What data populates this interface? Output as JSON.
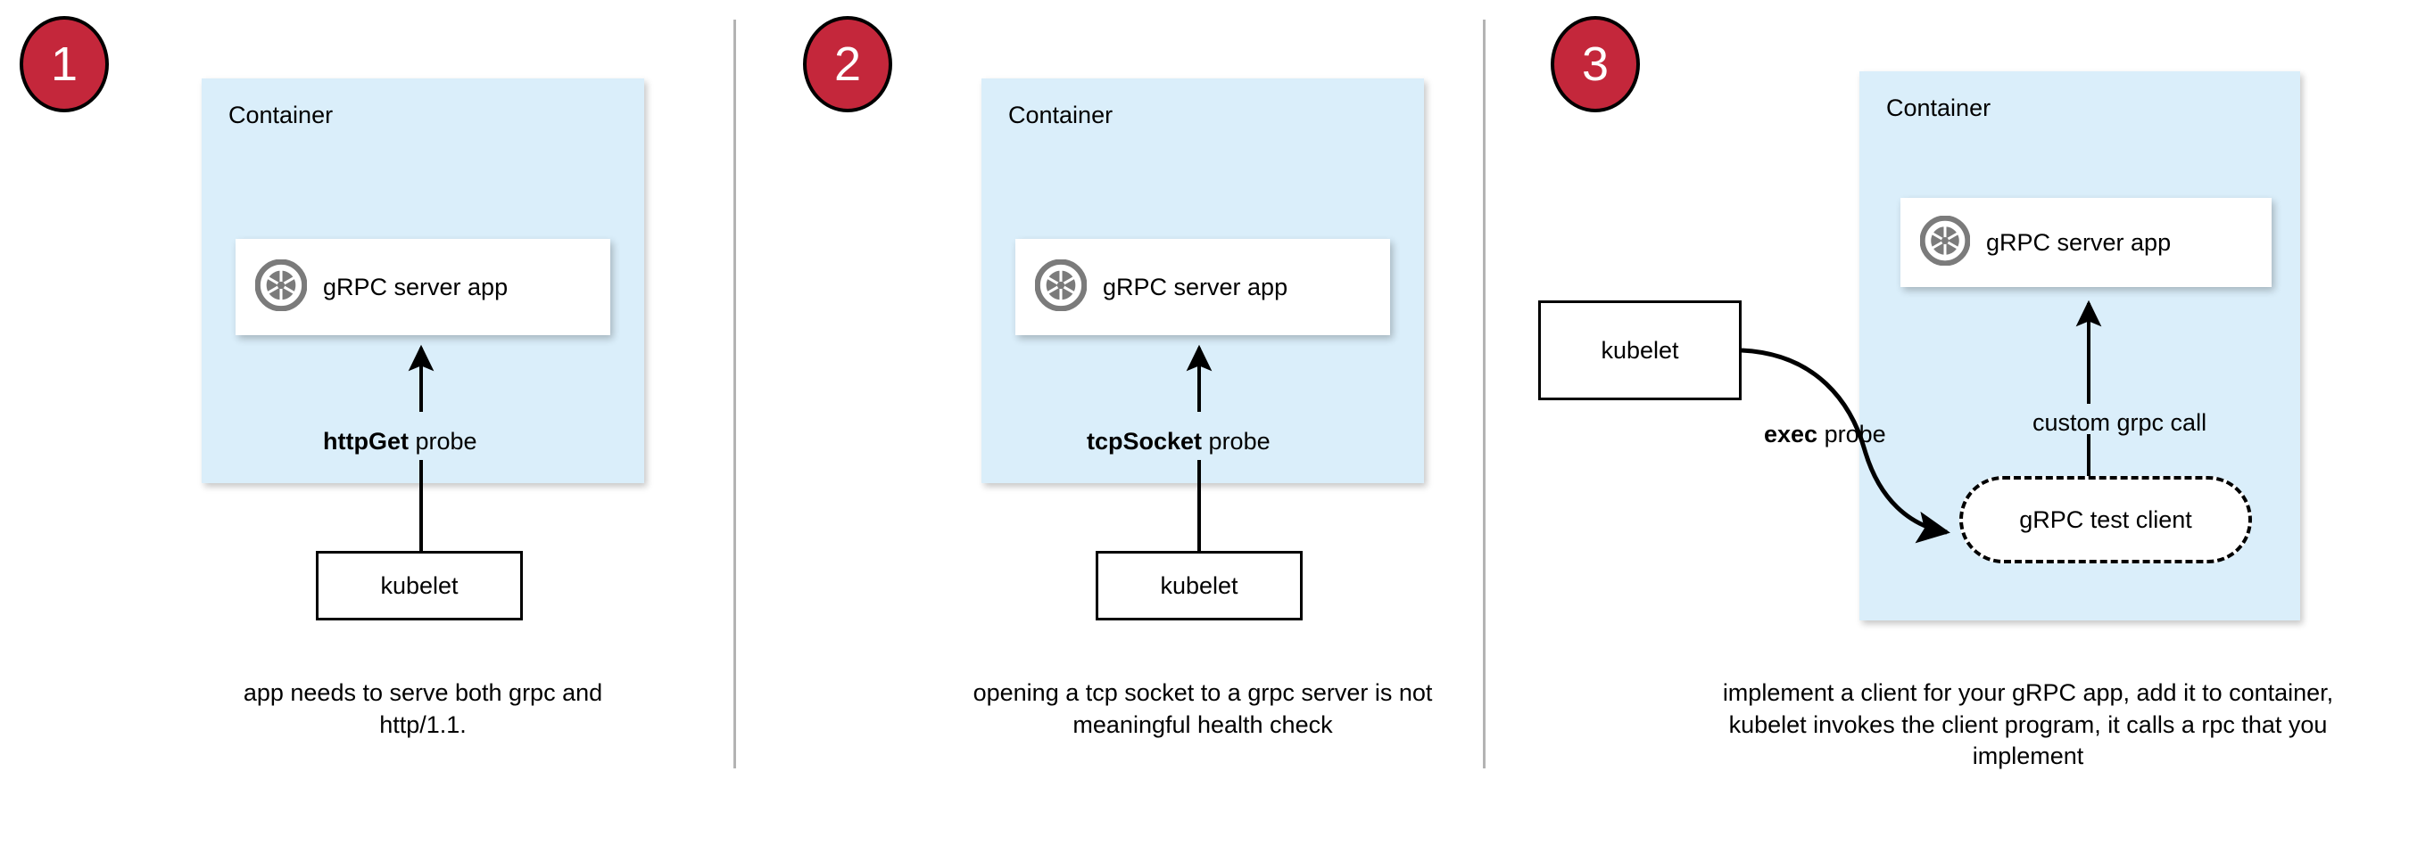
{
  "diagram": {
    "title": "Kubernetes gRPC health probe approaches",
    "colors": {
      "badge_fill": "#c4273b",
      "badge_stroke": "#000000",
      "badge_text": "#ffffff",
      "container_fill": "#daeefa",
      "card_fill": "#ffffff",
      "stroke": "#000000",
      "divider": "#b3b3b3",
      "icon_gray": "#7b7b7b"
    },
    "panels": [
      {
        "badge": "1",
        "container_label": "Container",
        "app": {
          "icon": "grpc-aperture-icon",
          "label": "gRPC server app"
        },
        "probe": {
          "bold": "httpGet",
          "rest": " probe"
        },
        "kubelet": "kubelet",
        "caption": "app needs to serve both grpc and http/1.1."
      },
      {
        "badge": "2",
        "container_label": "Container",
        "app": {
          "icon": "grpc-aperture-icon",
          "label": "gRPC server app"
        },
        "probe": {
          "bold": "tcpSocket",
          "rest": " probe"
        },
        "kubelet": "kubelet",
        "caption": "opening a tcp socket to a grpc server is not meaningful health check"
      },
      {
        "badge": "3",
        "container_label": "Container",
        "app": {
          "icon": "grpc-aperture-icon",
          "label": "gRPC server app"
        },
        "probe": {
          "bold": "exec",
          "rest": " probe"
        },
        "kubelet": "kubelet",
        "test_client": "gRPC test client",
        "call_label": "custom grpc call",
        "caption": "implement a client for your gRPC app, add it to container, kubelet invokes the client program, it calls a rpc that you implement"
      }
    ]
  }
}
